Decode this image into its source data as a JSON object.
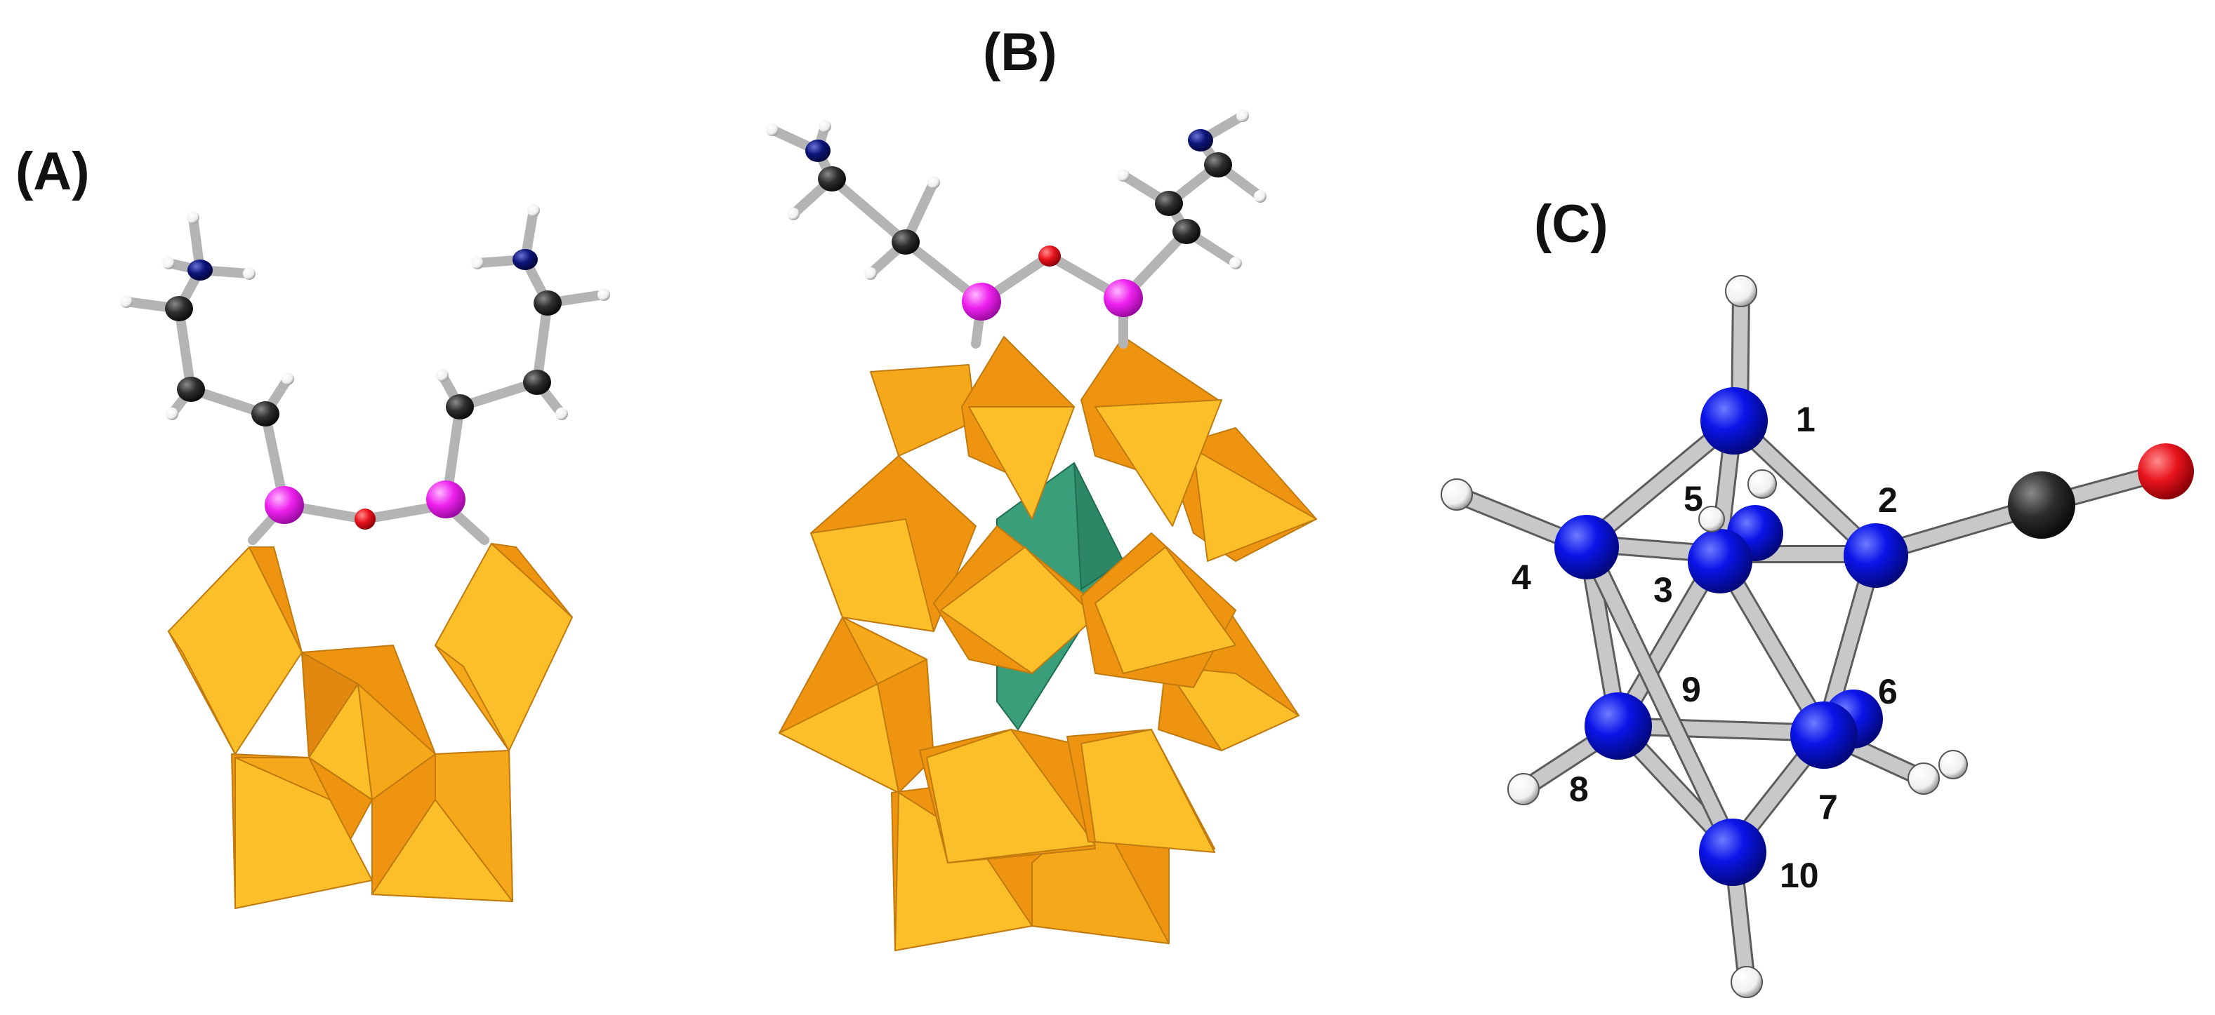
{
  "figure": {
    "panels": [
      {
        "id": "A",
        "label": "(A)"
      },
      {
        "id": "B",
        "label": "(B)"
      },
      {
        "id": "C",
        "label": "(C)"
      }
    ],
    "atom_numbers": [
      "1",
      "2",
      "3",
      "4",
      "5",
      "6",
      "7",
      "8",
      "9",
      "10"
    ],
    "colors": {
      "boron": "#0a14e8",
      "hydrogen": "#ffffff",
      "carbon": "#2e2e2e",
      "oxygen": "#e8141e",
      "nitrogen": "#0c1478",
      "silicon": "#ee22ee",
      "polyhedron_light": "#fbbf2a",
      "polyhedron_dark": "#ee9410",
      "central_tetrahedron": "#3a9e78",
      "bond": "#b4b4b4"
    }
  }
}
